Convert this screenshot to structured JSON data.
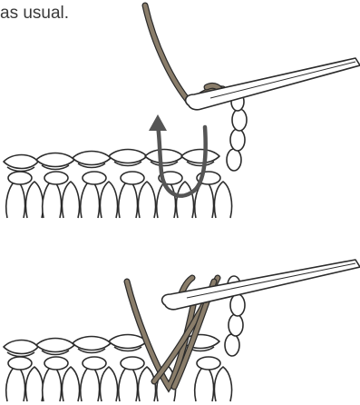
{
  "instruction": {
    "text": "as usual."
  },
  "colors": {
    "yarn": "#8a7d6a",
    "arrow": "#555555",
    "outline": "#2b2b2b",
    "stitch_fill": "#ffffff",
    "background": "#ffffff"
  },
  "icons": {
    "step1_arrow": "curved-arrow-up",
    "hook": "crochet-hook"
  }
}
